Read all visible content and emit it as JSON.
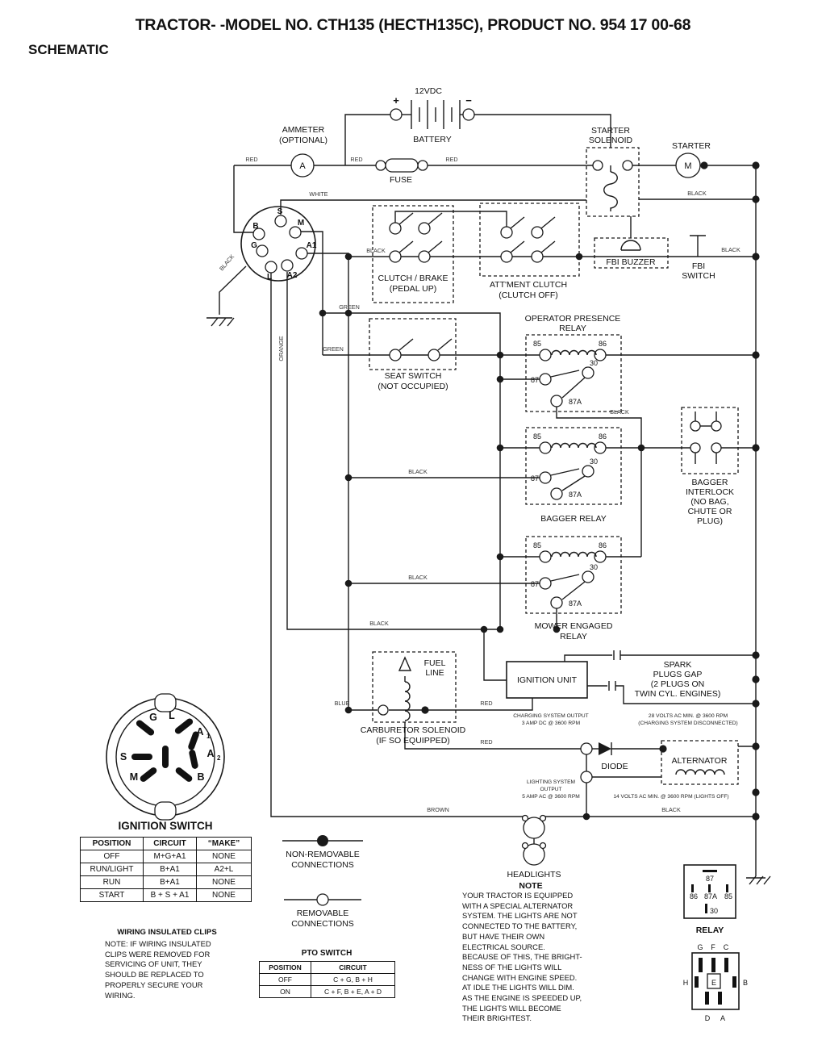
{
  "colors": {
    "ink": "#1a1a1a",
    "paper": "#ffffff"
  },
  "header": {
    "title": "TRACTOR- -MODEL NO. CTH135 (HECTH135C), PRODUCT NO. 954 17 00-68",
    "subtitle": "SCHEMATIC"
  },
  "battery": {
    "voltage": "12VDC",
    "name": "BATTERY",
    "plus": "+",
    "minus": "−"
  },
  "ammeter": {
    "line1": "AMMETER",
    "line2": "(OPTIONAL)",
    "symbol": "A"
  },
  "fuse": {
    "name": "FUSE"
  },
  "starter_solenoid": {
    "line1": "STARTER",
    "line2": "SOLENOID"
  },
  "starter": {
    "name": "STARTER",
    "symbol": "M"
  },
  "key_switch": {
    "s": "S",
    "b": "B",
    "m": "M",
    "g": "G",
    "a1": "A1",
    "l": "L",
    "a2": "A2"
  },
  "clutch_brake": {
    "line1": "CLUTCH / BRAKE",
    "line2": "(PEDAL UP)"
  },
  "attment_clutch": {
    "line1": "ATT'MENT CLUTCH",
    "line2": "(CLUTCH OFF)"
  },
  "fbi_buzzer": {
    "name": "FBI BUZZER"
  },
  "fbi_switch": {
    "line1": "FBI",
    "line2": "SWITCH"
  },
  "seat_switch": {
    "line1": "SEAT SWITCH",
    "line2": "(NOT OCCUPIED)"
  },
  "operator_presence_relay": {
    "line1": "OPERATOR PRESENCE",
    "line2": "RELAY"
  },
  "relay_pins": {
    "p85": "85",
    "p86": "86",
    "p87": "87",
    "p30": "30",
    "p87a": "87A"
  },
  "bagger_relay": {
    "name": "BAGGER RELAY"
  },
  "bagger_interlock": {
    "lines": [
      "BAGGER",
      "INTERLOCK",
      "(NO BAG,",
      "CHUTE OR",
      "PLUG)"
    ]
  },
  "mower_relay": {
    "line1": "MOWER ENGAGED",
    "line2": "RELAY"
  },
  "fuel_line": {
    "line1": "FUEL",
    "line2": "LINE"
  },
  "carburetor_solenoid": {
    "line1": "CARBURETOR SOLENOID",
    "line2": "(IF SO EQUIPPED)"
  },
  "ignition_unit": {
    "name": "IGNITION UNIT"
  },
  "spark_plugs": {
    "lines": [
      "SPARK",
      "PLUGS GAP",
      "(2 PLUGS ON",
      "TWIN CYL. ENGINES)"
    ]
  },
  "charging_output": {
    "line1": "CHARGING SYSTEM OUTPUT",
    "line2": "3 AMP DC @ 3600 RPM"
  },
  "charging_spec": {
    "line1": "28 VOLTS AC MIN. @ 3600 RPM",
    "line2": "(CHARGING SYSTEM DISCONNECTED)"
  },
  "diode": {
    "name": "DIODE"
  },
  "alternator": {
    "name": "ALTERNATOR"
  },
  "lighting_output": {
    "line1": "LIGHTING SYSTEM",
    "line2": "OUTPUT",
    "line3": "5 AMP AC @ 3600 RPM"
  },
  "lighting_spec": {
    "text": "14 VOLTS AC MIN. @ 3600 RPM (LIGHTS OFF)"
  },
  "headlights": {
    "name": "HEADLIGHTS"
  },
  "big_switch": {
    "title": "IGNITION SWITCH",
    "g": "G",
    "l": "L",
    "a": "A",
    "sub1": "1",
    "sub2": "2",
    "s": "S",
    "m": "M",
    "b": "B"
  },
  "ignition_table": {
    "headers": [
      "POSITION",
      "CIRCUIT",
      "“MAKE”"
    ],
    "rows": [
      {
        "position": "OFF",
        "circuit": "M+G+A1",
        "make": "NONE"
      },
      {
        "position": "RUN/LIGHT",
        "circuit": "B+A1",
        "make": "A2+L"
      },
      {
        "position": "RUN",
        "circuit": "B+A1",
        "make": "NONE"
      },
      {
        "position": "START",
        "circuit": "B + S + A1",
        "make": "NONE"
      }
    ]
  },
  "clips_note": {
    "title": "WIRING INSULATED CLIPS",
    "lines": [
      "NOTE: IF WIRING INSULATED",
      "CLIPS WERE REMOVED FOR",
      "SERVICING OF UNIT, THEY",
      "SHOULD BE REPLACED TO",
      "PROPERLY SECURE YOUR",
      "WIRING."
    ]
  },
  "connections_legend": {
    "non_removable": {
      "line1": "NON-REMOVABLE",
      "line2": "CONNECTIONS"
    },
    "removable": {
      "line1": "REMOVABLE",
      "line2": "CONNECTIONS"
    }
  },
  "pto_switch": {
    "title": "PTO SWITCH",
    "headers": [
      "POSITION",
      "CIRCUIT"
    ],
    "rows": [
      {
        "position": "OFF",
        "circuit": "C + G, B + H"
      },
      {
        "position": "ON",
        "circuit": "C + F, B + E, A + D"
      }
    ]
  },
  "alternator_note": {
    "title": "NOTE",
    "lines": [
      "YOUR TRACTOR IS EQUIPPED",
      "WITH A SPECIAL ALTERNATOR",
      "SYSTEM.  THE LIGHTS ARE NOT",
      "CONNECTED TO  THE  BATTERY,",
      "BUT HAVE THEIR OWN",
      "ELECTRICAL SOURCE.",
      "BECAUSE OF THIS, THE BRIGHT-",
      "NESS OF THE LIGHTS WILL",
      "CHANGE WITH ENGINE SPEED.",
      "AT IDLE THE LIGHTS WILL DIM.",
      "AS THE ENGINE IS SPEEDED UP,",
      "THE LIGHTS WILL BECOME",
      "THEIR BRIGHTEST."
    ]
  },
  "relay_detail": {
    "title": "RELAY",
    "p87": "87",
    "p87a": "87A",
    "p86": "86",
    "p85": "85",
    "p30": "30"
  },
  "connector_detail": {
    "g": "G",
    "f": "F",
    "c": "C",
    "h": "H",
    "e": "E",
    "b": "B",
    "d": "D",
    "a": "A"
  },
  "wire_labels": {
    "red": "RED",
    "white": "WHITE",
    "black": "BLACK",
    "green": "GREEN",
    "orange": "ORANGE",
    "blue": "BLUE",
    "brown": "BROWN"
  }
}
